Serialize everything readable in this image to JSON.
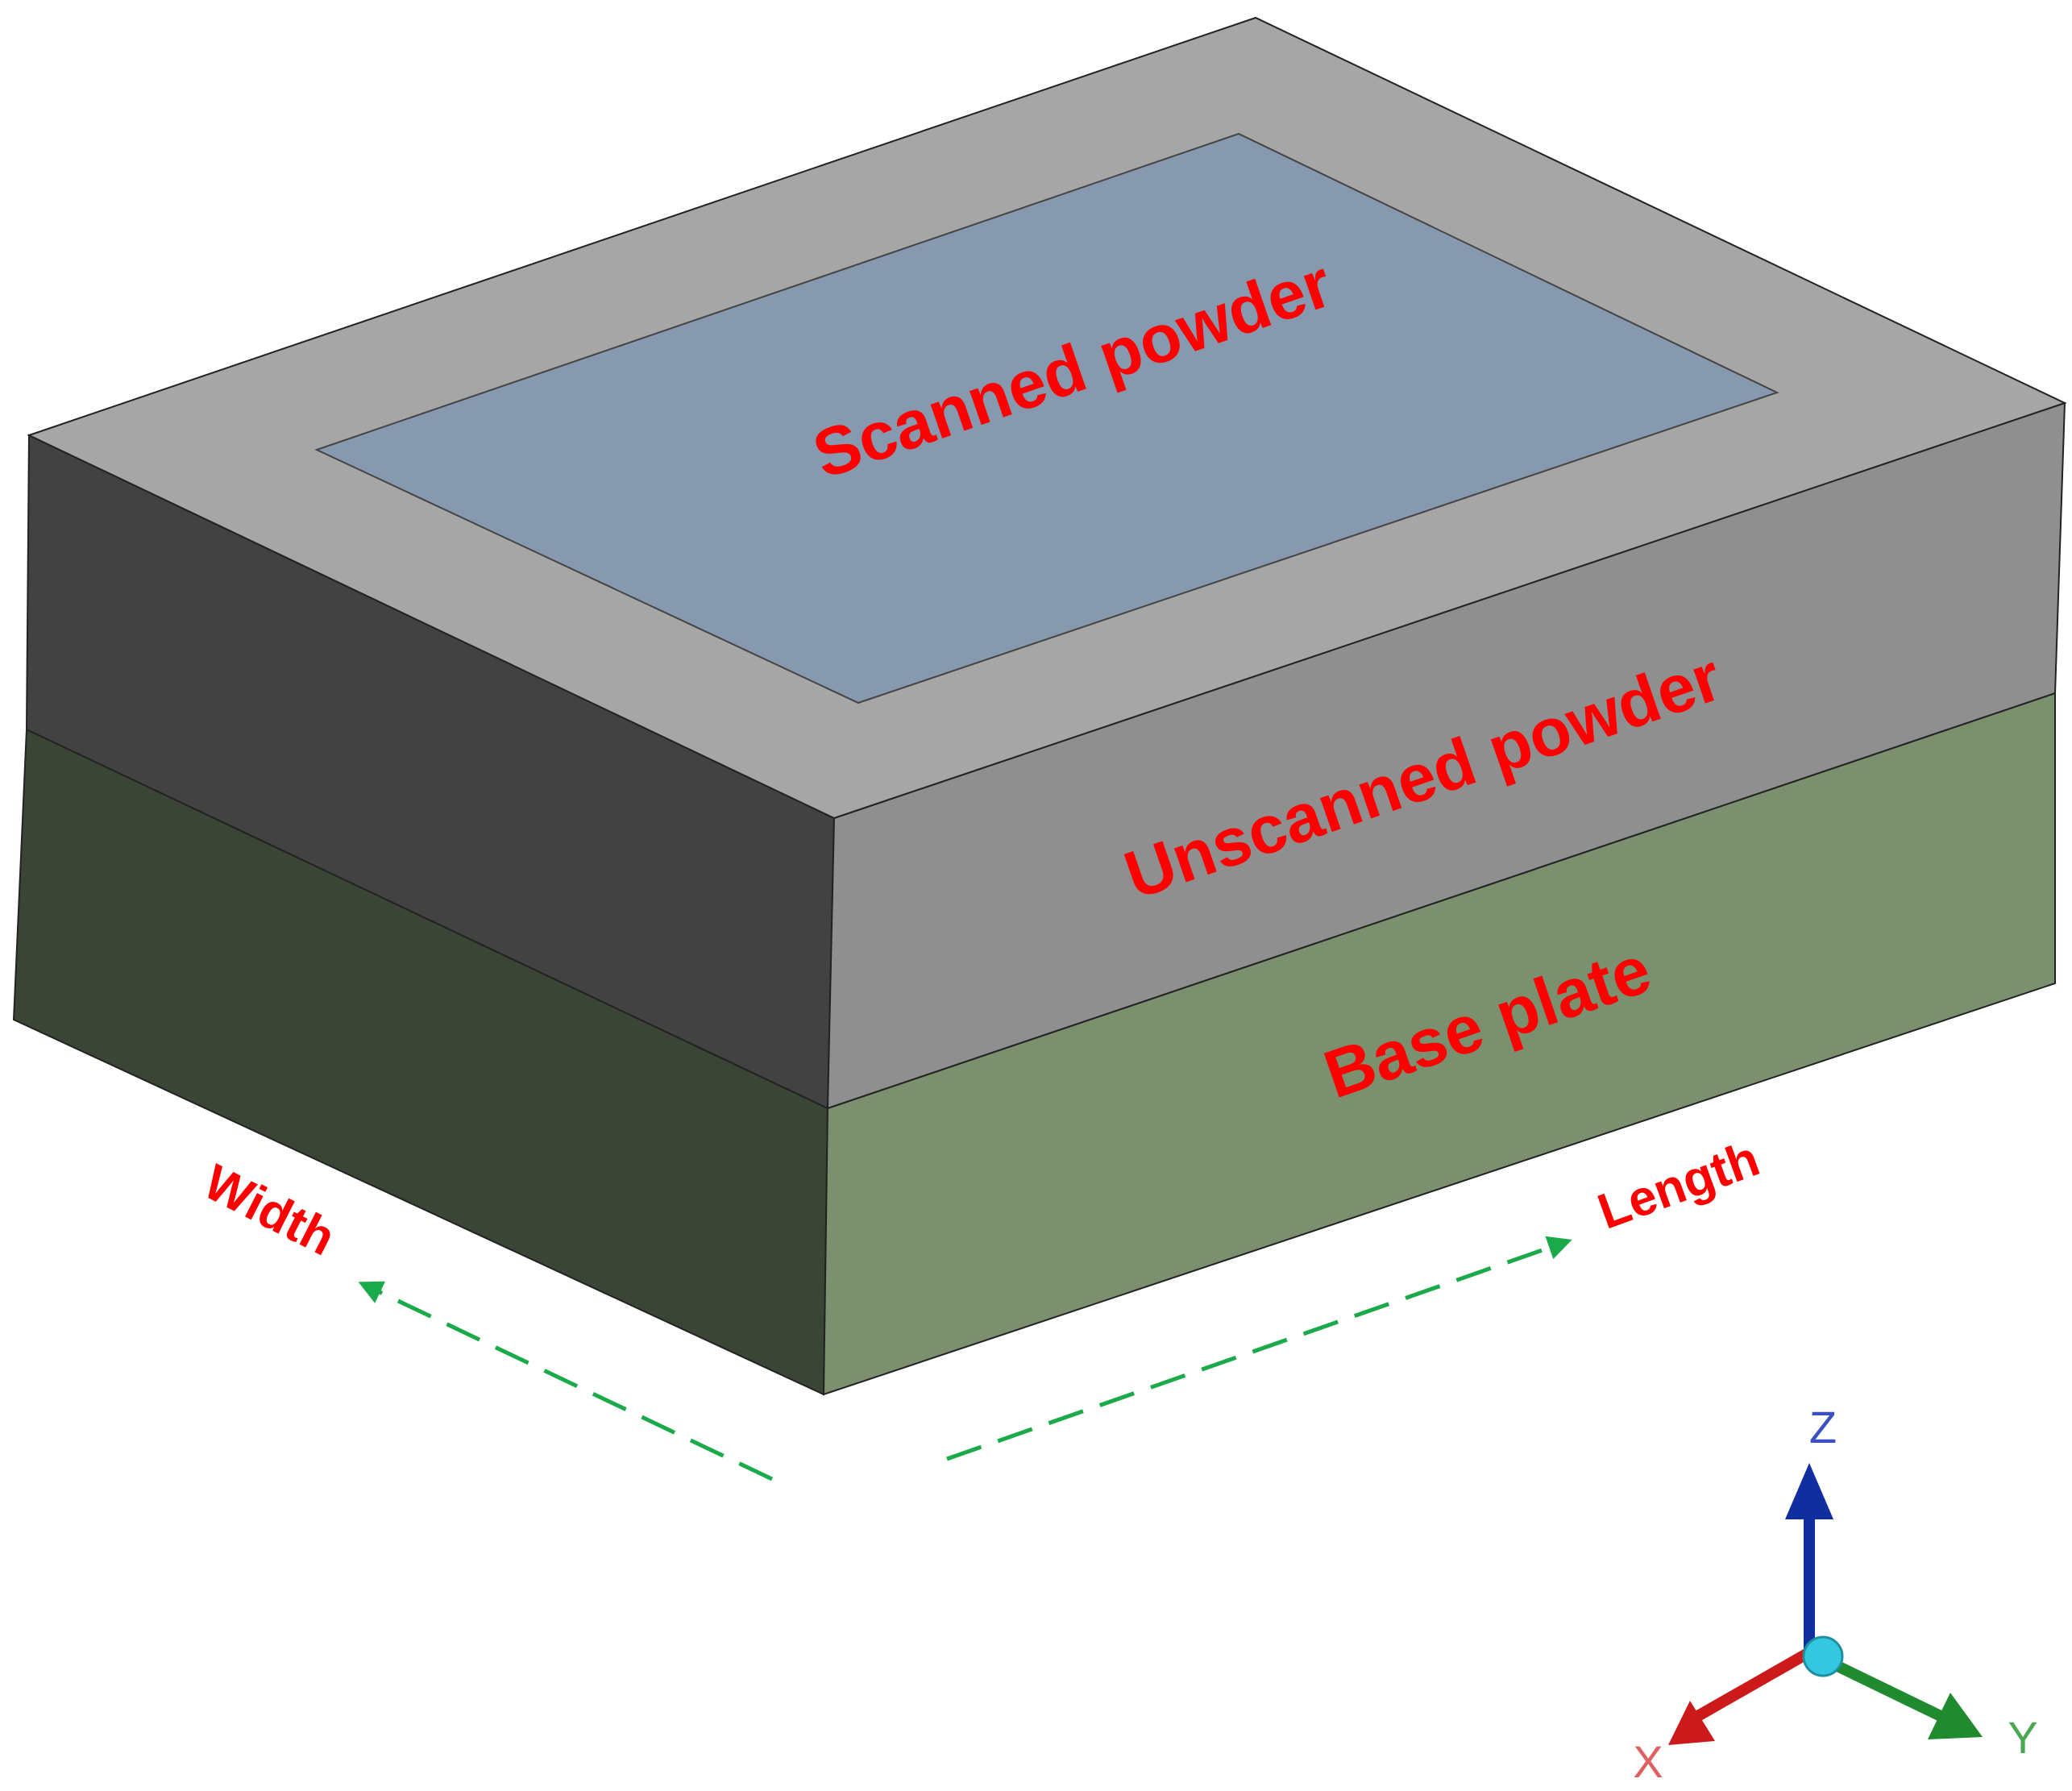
{
  "labels": {
    "scanned": "Scanned powder",
    "unscanned": "Unscanned powder",
    "base": "Base plate",
    "width": "Width",
    "length": "Length"
  },
  "axes": {
    "x": "X",
    "y": "Y",
    "z": "Z"
  },
  "colors": {
    "label_red": "#ff0000",
    "top_face": "#a6a6a6",
    "scanned_region": "#8799ae",
    "powder_left": "#424242",
    "powder_front": "#8f8f8f",
    "base_left": "#3b4535",
    "base_front": "#7a906f",
    "arrow_green": "#1aaa4a",
    "axis_x": "#cc1a1a",
    "axis_y": "#1f8a2e",
    "axis_z": "#102ea0",
    "axis_origin": "#33c8e0"
  }
}
